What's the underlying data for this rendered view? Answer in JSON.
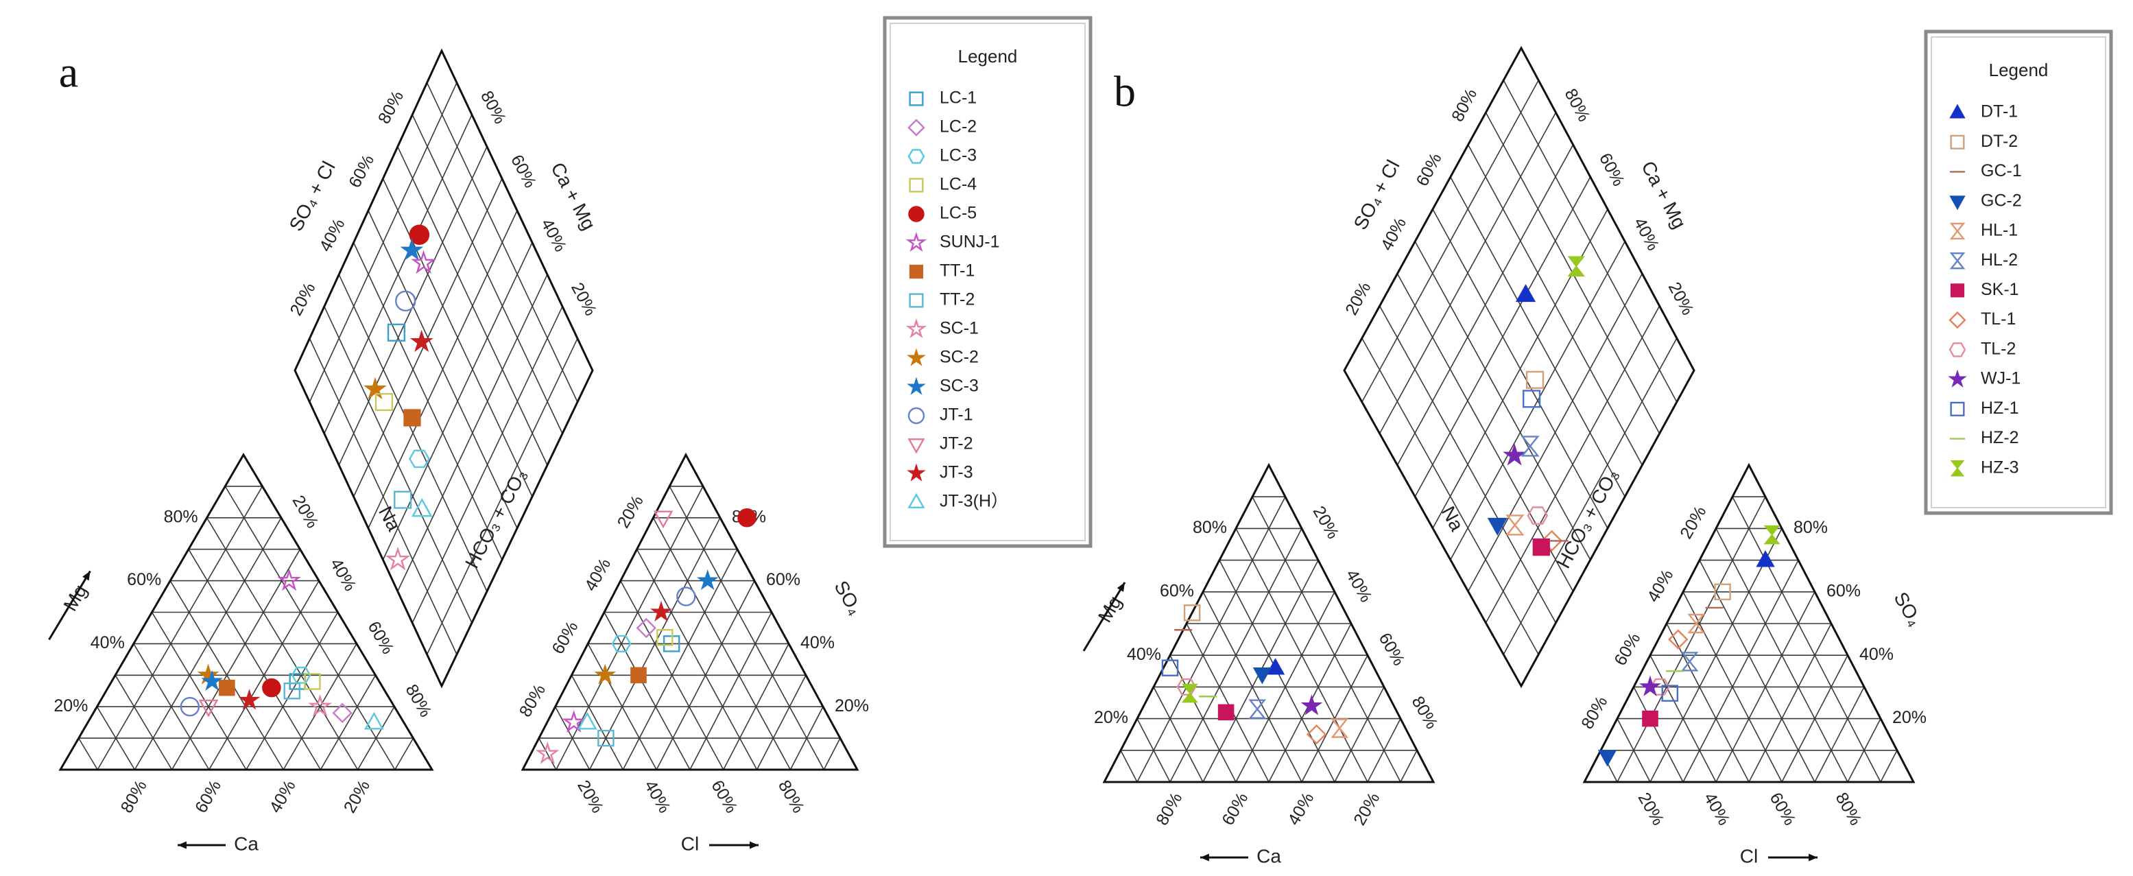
{
  "chart_data": [
    {
      "type": "scatter",
      "panel_label": "a",
      "legend_title": "Legend",
      "labels": {
        "top_left": "SO₄ + Cl",
        "top_right": "Ca + Mg",
        "mid_left": "Na",
        "mid_right": "HCO₃ + CO₃",
        "cation_left": "Mg",
        "cation_bottom": "Ca",
        "anion_right": "SO₄",
        "anion_bottom": "Cl"
      },
      "series": [
        {
          "name": "LC-1",
          "marker": "square-open",
          "color": "#3aa0c8"
        },
        {
          "name": "LC-2",
          "marker": "diamond-open",
          "color": "#c87ac8"
        },
        {
          "name": "LC-3",
          "marker": "hexagon-open",
          "color": "#5ac8e0"
        },
        {
          "name": "LC-4",
          "marker": "square-open",
          "color": "#c8c85a"
        },
        {
          "name": "LC-5",
          "marker": "circle",
          "color": "#c81414"
        },
        {
          "name": "SUNJ-1",
          "marker": "star-open",
          "color": "#c850c8"
        },
        {
          "name": "TT-1",
          "marker": "square",
          "color": "#c8641e"
        },
        {
          "name": "TT-2",
          "marker": "square-open",
          "color": "#5ab4d2"
        },
        {
          "name": "SC-1",
          "marker": "star-open",
          "color": "#e680a0"
        },
        {
          "name": "SC-2",
          "marker": "star",
          "color": "#c8780a"
        },
        {
          "name": "SC-3",
          "marker": "star",
          "color": "#1e78c8"
        },
        {
          "name": "JT-1",
          "marker": "circle-open",
          "color": "#6482c8"
        },
        {
          "name": "JT-2",
          "marker": "triangle-down-open",
          "color": "#e67896"
        },
        {
          "name": "JT-3",
          "marker": "star",
          "color": "#c81e1e"
        },
        {
          "name": "JT-3(H）",
          "marker": "triangle-open",
          "color": "#5ac8e0"
        }
      ],
      "points": [
        {
          "s": 0,
          "cat": [
            22,
            28,
            50
          ],
          "an": [
            40,
            25,
            35
          ]
        },
        {
          "s": 1,
          "cat": [
            15,
            18,
            67
          ],
          "an": [
            45,
            15,
            40
          ]
        },
        {
          "s": 2,
          "cat": [
            20,
            30,
            50
          ],
          "an": [
            40,
            10,
            50
          ]
        },
        {
          "s": 3,
          "cat": [
            18,
            28,
            54
          ],
          "an": [
            42,
            22,
            36
          ]
        },
        {
          "s": 4,
          "cat": [
            30,
            26,
            44
          ],
          "an": [
            80,
            28,
            -8
          ]
        },
        {
          "s": 5,
          "cat": [
            8,
            60,
            32
          ],
          "an": [
            15,
            8,
            77
          ]
        },
        {
          "s": 6,
          "cat": [
            42,
            26,
            32
          ],
          "an": [
            30,
            20,
            50
          ]
        },
        {
          "s": 7,
          "cat": [
            25,
            25,
            50
          ],
          "an": [
            10,
            20,
            70
          ]
        },
        {
          "s": 8,
          "cat": [
            20,
            20,
            60
          ],
          "an": [
            5,
            5,
            90
          ]
        },
        {
          "s": 9,
          "cat": [
            45,
            30,
            25
          ],
          "an": [
            30,
            10,
            60
          ]
        },
        {
          "s": 10,
          "cat": [
            45,
            28,
            27
          ],
          "an": [
            60,
            26,
            14
          ]
        },
        {
          "s": 11,
          "cat": [
            55,
            20,
            25
          ],
          "an": [
            55,
            22,
            23
          ]
        },
        {
          "s": 12,
          "cat": [
            50,
            20,
            30
          ],
          "an": [
            80,
            3,
            17
          ]
        },
        {
          "s": 13,
          "cat": [
            38,
            22,
            40
          ],
          "an": [
            50,
            17,
            33
          ]
        },
        {
          "s": 14,
          "cat": [
            8,
            15,
            77
          ],
          "an": [
            15,
            12,
            73
          ]
        }
      ],
      "diamond_points": [
        {
          "s": 4,
          "x": 63,
          "y": 80
        },
        {
          "s": 10,
          "x": 58,
          "y": 80
        },
        {
          "s": 5,
          "x": 60,
          "y": 74
        },
        {
          "s": 11,
          "x": 48,
          "y": 74
        },
        {
          "s": 0,
          "x": 40,
          "y": 72
        },
        {
          "s": 9,
          "x": 24,
          "y": 70
        },
        {
          "s": 3,
          "x": 25,
          "y": 65
        },
        {
          "s": 13,
          "x": 47,
          "y": 62
        },
        {
          "s": 6,
          "x": 32,
          "y": 53
        },
        {
          "s": 7,
          "x": 16,
          "y": 43
        },
        {
          "s": 2,
          "x": 28,
          "y": 44
        },
        {
          "s": 8,
          "x": 5,
          "y": 35
        },
        {
          "s": 14,
          "x": 21,
          "y": 35
        }
      ]
    },
    {
      "type": "scatter",
      "panel_label": "b",
      "legend_title": "Legend",
      "labels": {
        "top_left": "SO₄ + Cl",
        "top_right": "Ca + Mg",
        "mid_left": "Na",
        "mid_right": "HCO₃ + CO₃",
        "cation_left": "Mg",
        "cation_bottom": "Ca",
        "anion_right": "SO₄",
        "anion_bottom": "Cl"
      },
      "series": [
        {
          "name": "DT-1",
          "marker": "triangle",
          "color": "#1432c8"
        },
        {
          "name": "DT-2",
          "marker": "square-open",
          "color": "#d2a078"
        },
        {
          "name": "GC-1",
          "marker": "dash",
          "color": "#b46450"
        },
        {
          "name": "GC-2",
          "marker": "triangle-down",
          "color": "#1450b4"
        },
        {
          "name": "HL-1",
          "marker": "hourglass-open",
          "color": "#e6966e"
        },
        {
          "name": "HL-2",
          "marker": "hourglass-open",
          "color": "#6482c8"
        },
        {
          "name": "SK-1",
          "marker": "square",
          "color": "#c8145a"
        },
        {
          "name": "TL-1",
          "marker": "diamond-open",
          "color": "#e6825a"
        },
        {
          "name": "TL-2",
          "marker": "hexagon-open",
          "color": "#e68c96"
        },
        {
          "name": "WJ-1",
          "marker": "star",
          "color": "#7828b4"
        },
        {
          "name": "HZ-1",
          "marker": "square-open",
          "color": "#4a6ec8"
        },
        {
          "name": "HZ-2",
          "marker": "dash",
          "color": "#a0c850"
        },
        {
          "name": "HZ-3",
          "marker": "hourglass",
          "color": "#96c81e"
        }
      ],
      "points": [
        {
          "s": 0,
          "cat": [
            30,
            36,
            34
          ],
          "an": [
            70,
            20,
            10
          ]
        },
        {
          "s": 1,
          "cat": [
            55,
            63,
            -18
          ],
          "an": [
            60,
            12,
            28
          ]
        },
        {
          "s": 2,
          "cat": [
            52,
            48,
            0
          ],
          "an": [
            55,
            12,
            33
          ]
        },
        {
          "s": 3,
          "cat": [
            35,
            34,
            31
          ],
          "an": [
            8,
            3,
            89
          ]
        },
        {
          "s": 4,
          "cat": [
            20,
            17,
            63
          ],
          "an": [
            50,
            9,
            41
          ]
        },
        {
          "s": 5,
          "cat": [
            42,
            23,
            35
          ],
          "an": [
            38,
            13,
            49
          ]
        },
        {
          "s": 6,
          "cat": [
            52,
            22,
            26
          ],
          "an": [
            20,
            10,
            70
          ]
        },
        {
          "s": 7,
          "cat": [
            28,
            15,
            57
          ],
          "an": [
            45,
            6,
            49
          ]
        },
        {
          "s": 8,
          "cat": [
            60,
            30,
            10
          ],
          "an": [
            30,
            8,
            62
          ]
        },
        {
          "s": 9,
          "cat": [
            25,
            24,
            51
          ],
          "an": [
            30,
            5,
            65
          ]
        },
        {
          "s": 10,
          "cat": [
            62,
            36,
            2
          ],
          "an": [
            28,
            12,
            60
          ]
        },
        {
          "s": 11,
          "cat": [
            55,
            27,
            18
          ],
          "an": [
            35,
            10,
            55
          ]
        },
        {
          "s": 12,
          "cat": [
            60,
            28,
            12
          ],
          "an": [
            78,
            18,
            4
          ]
        }
      ],
      "diamond_points": [
        {
          "s": 0,
          "x": 64,
          "y": 60
        },
        {
          "s": 12,
          "x": 83,
          "y": 50
        },
        {
          "s": 10,
          "x": 49,
          "y": 42
        },
        {
          "s": 1,
          "x": 53,
          "y": 44
        },
        {
          "s": 9,
          "x": 35,
          "y": 38
        },
        {
          "s": 5,
          "x": 41,
          "y": 35
        },
        {
          "s": 3,
          "x": 19,
          "y": 32
        },
        {
          "s": 4,
          "x": 24,
          "y": 27
        },
        {
          "s": 8,
          "x": 32,
          "y": 22
        },
        {
          "s": 7,
          "x": 32,
          "y": 14
        },
        {
          "s": 6,
          "x": 28,
          "y": 16
        },
        {
          "s": 2,
          "x": 34,
          "y": 12
        }
      ]
    }
  ]
}
